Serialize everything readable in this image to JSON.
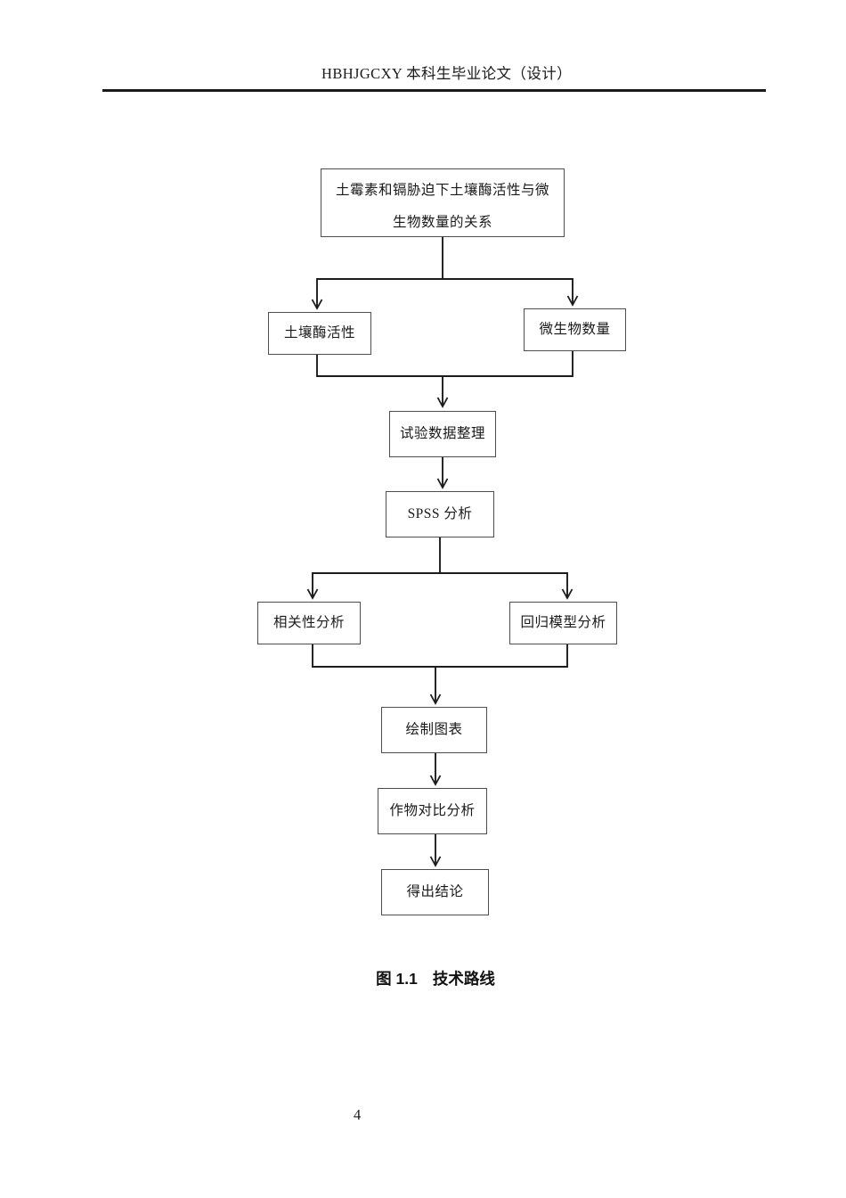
{
  "page": {
    "header_text": "HBHJGCXY 本科生毕业论文（设计）",
    "page_number": "4"
  },
  "figure": {
    "caption_label": "图 1.1",
    "caption_title": "技术路线"
  },
  "flowchart": {
    "nodes": {
      "root_line1": "土霉素和镉胁迫下土壤酶活性与微",
      "root_line2": "生物数量的关系",
      "soil_enzyme": "土壤酶活性",
      "microbial_count": "微生物数量",
      "data_collation": "试验数据整理",
      "spss": "SPSS 分析",
      "correlation": "相关性分析",
      "regression": "回归模型分析",
      "charting": "绘制图表",
      "crop_comparison": "作物对比分析",
      "conclusion": "得出结论"
    },
    "edges": [
      [
        "root",
        "soil_enzyme"
      ],
      [
        "root",
        "microbial_count"
      ],
      [
        "soil_enzyme",
        "data_collation"
      ],
      [
        "microbial_count",
        "data_collation"
      ],
      [
        "data_collation",
        "spss"
      ],
      [
        "spss",
        "correlation"
      ],
      [
        "spss",
        "regression"
      ],
      [
        "correlation",
        "charting"
      ],
      [
        "regression",
        "charting"
      ],
      [
        "charting",
        "crop_comparison"
      ],
      [
        "crop_comparison",
        "conclusion"
      ]
    ]
  },
  "colors": {
    "line": "#1c1c1c",
    "box_border": "#4d4d4d",
    "text": "#1a1a1a",
    "background": "#ffffff"
  }
}
